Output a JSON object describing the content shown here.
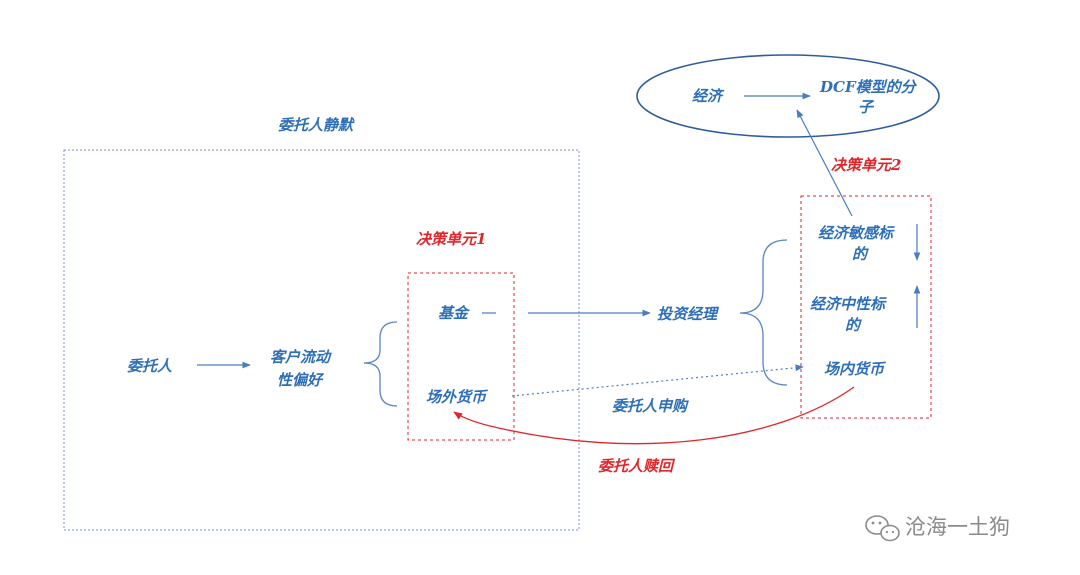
{
  "labels": {
    "client_silence": "委托人静默",
    "decision_unit_1": "决策单元1",
    "decision_unit_2": "决策单元2",
    "client": "委托人",
    "liquidity_pref_line1": "客户流动",
    "liquidity_pref_line2": "性偏好",
    "fund": "基金",
    "otc_money": "场外货币",
    "investment_manager": "投资经理",
    "economy_sensitive_line1": "经济敏感标",
    "economy_sensitive_line2": "的",
    "economy_neutral_line1": "经济中性标",
    "economy_neutral_line2": "的",
    "onexchange_money": "场内货币",
    "client_subscribe": "委托人申购",
    "client_redeem": "委托人赎回",
    "economy": "经济",
    "dcf_line1": "DCF模型的分",
    "dcf_line2": "子"
  },
  "watermark": {
    "icon": "wechat-icon",
    "text": "沧海一土狗"
  },
  "colors": {
    "blue": "#2e6fb7",
    "red": "#e0262b",
    "box_blue": "#7f93c6",
    "box_red": "#e0262b",
    "watermark": "#8a8a8a"
  }
}
